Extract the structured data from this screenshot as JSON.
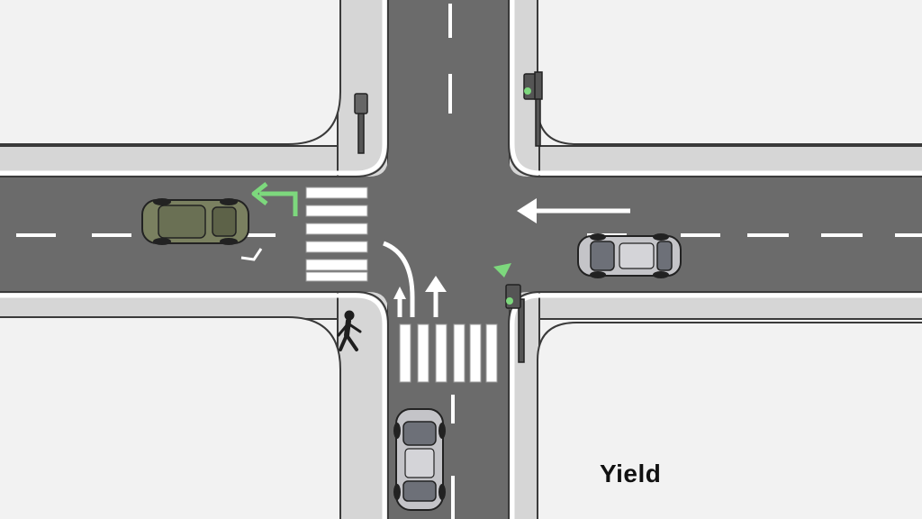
{
  "caption": {
    "text": "Yield"
  },
  "colors": {
    "background": "#f2f2f2",
    "sidewalk": "#d6d6d6",
    "road": "#6b6b6b",
    "marking": "#ffffff",
    "signal_green": "#7dd87d",
    "olive_car": "#7a8060",
    "silver_car": "#c4c4c8"
  },
  "elements": {
    "vehicles": [
      "olive-sedan",
      "silver-sedan-right",
      "silver-sedan-bottom"
    ],
    "pedestrian": "walking-person",
    "signals": [
      "traffic-light",
      "traffic-light",
      "traffic-light-green"
    ],
    "arrows": [
      "left-turn-arrow",
      "left-arrow",
      "straight-arrow",
      "straight-arrow",
      "right-curve"
    ]
  }
}
